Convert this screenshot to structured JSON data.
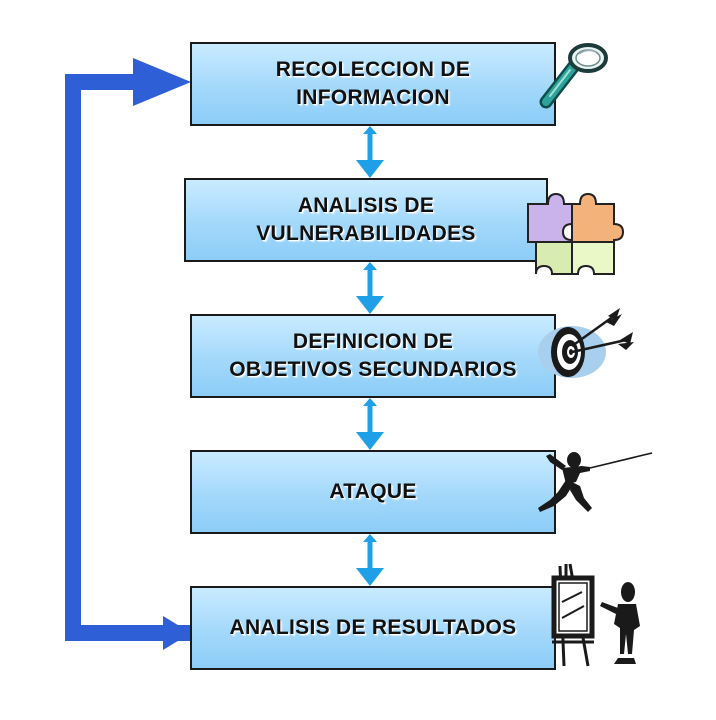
{
  "colors": {
    "box_fill": "#a3d8fb",
    "box_border": "#1a1a1a",
    "connector_arrow": "#1e9fe6",
    "loop_arrow": "#2f5fd6"
  },
  "steps": [
    {
      "label": "RECOLECCION DE\nINFORMACION",
      "icon": "magnifying-glass-icon"
    },
    {
      "label": "ANALISIS DE\nVULNERABILIDADES",
      "icon": "puzzle-pieces-icon"
    },
    {
      "label": "DEFINICION DE\nOBJETIVOS SECUNDARIOS",
      "icon": "target-with-arrows-icon"
    },
    {
      "label": "ATAQUE",
      "icon": "fencer-icon"
    },
    {
      "label": "ANALISIS DE RESULTADOS",
      "icon": "presenter-easel-icon"
    }
  ],
  "connectors": [
    "double-headed",
    "double-headed",
    "double-headed",
    "double-headed"
  ],
  "loop": {
    "from_step": 5,
    "to_step": 1
  }
}
